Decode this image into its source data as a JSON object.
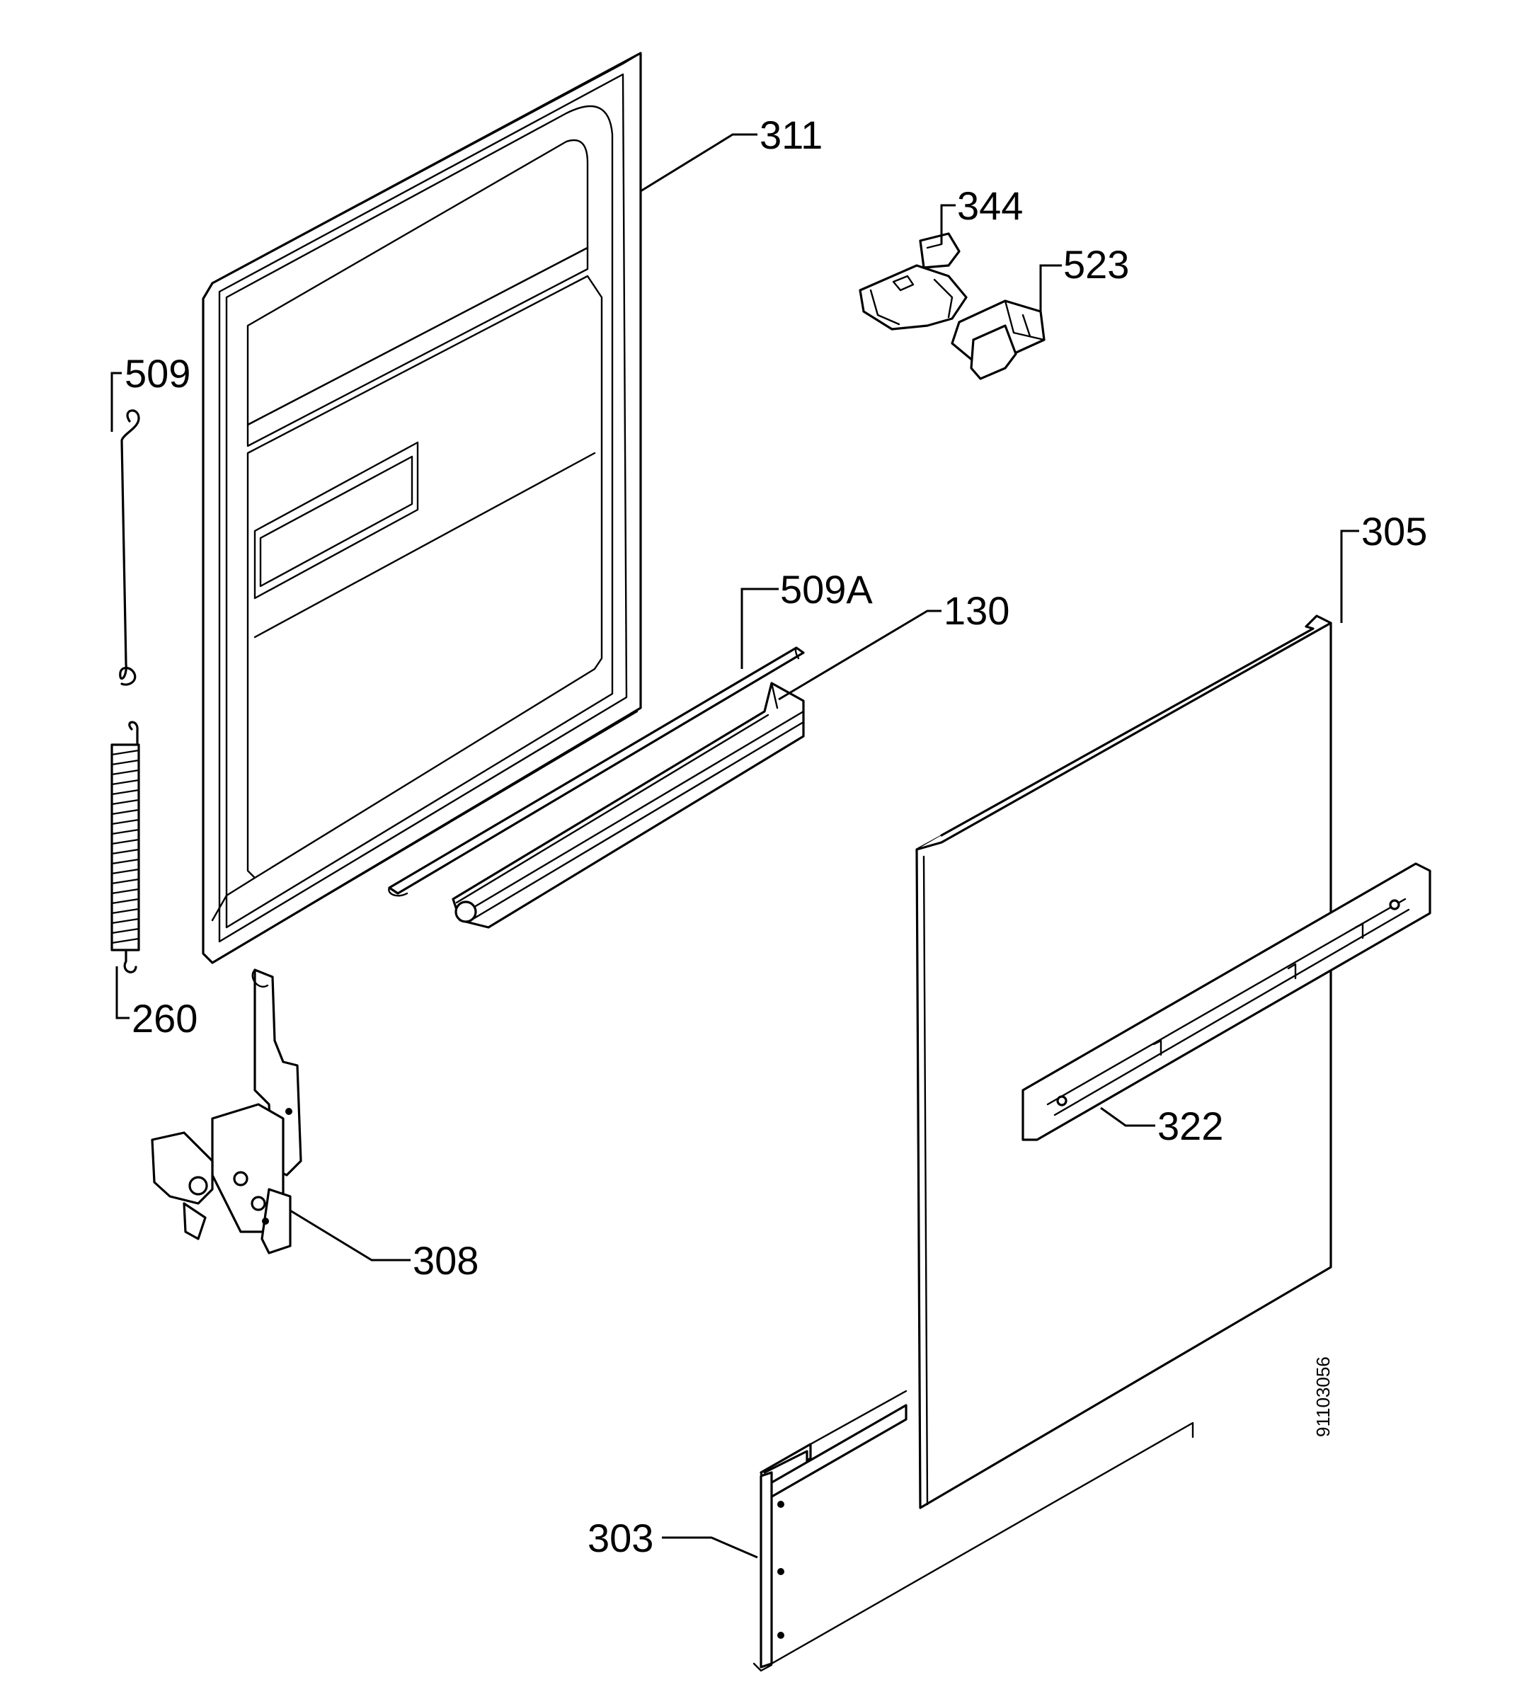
{
  "callouts": {
    "c311": "311",
    "c344": "344",
    "c523": "523",
    "c509": "509",
    "c305": "305",
    "c509a": "509A",
    "c130": "130",
    "c260": "260",
    "c322": "322",
    "c308": "308",
    "c303": "303"
  },
  "document_number": "91103056"
}
